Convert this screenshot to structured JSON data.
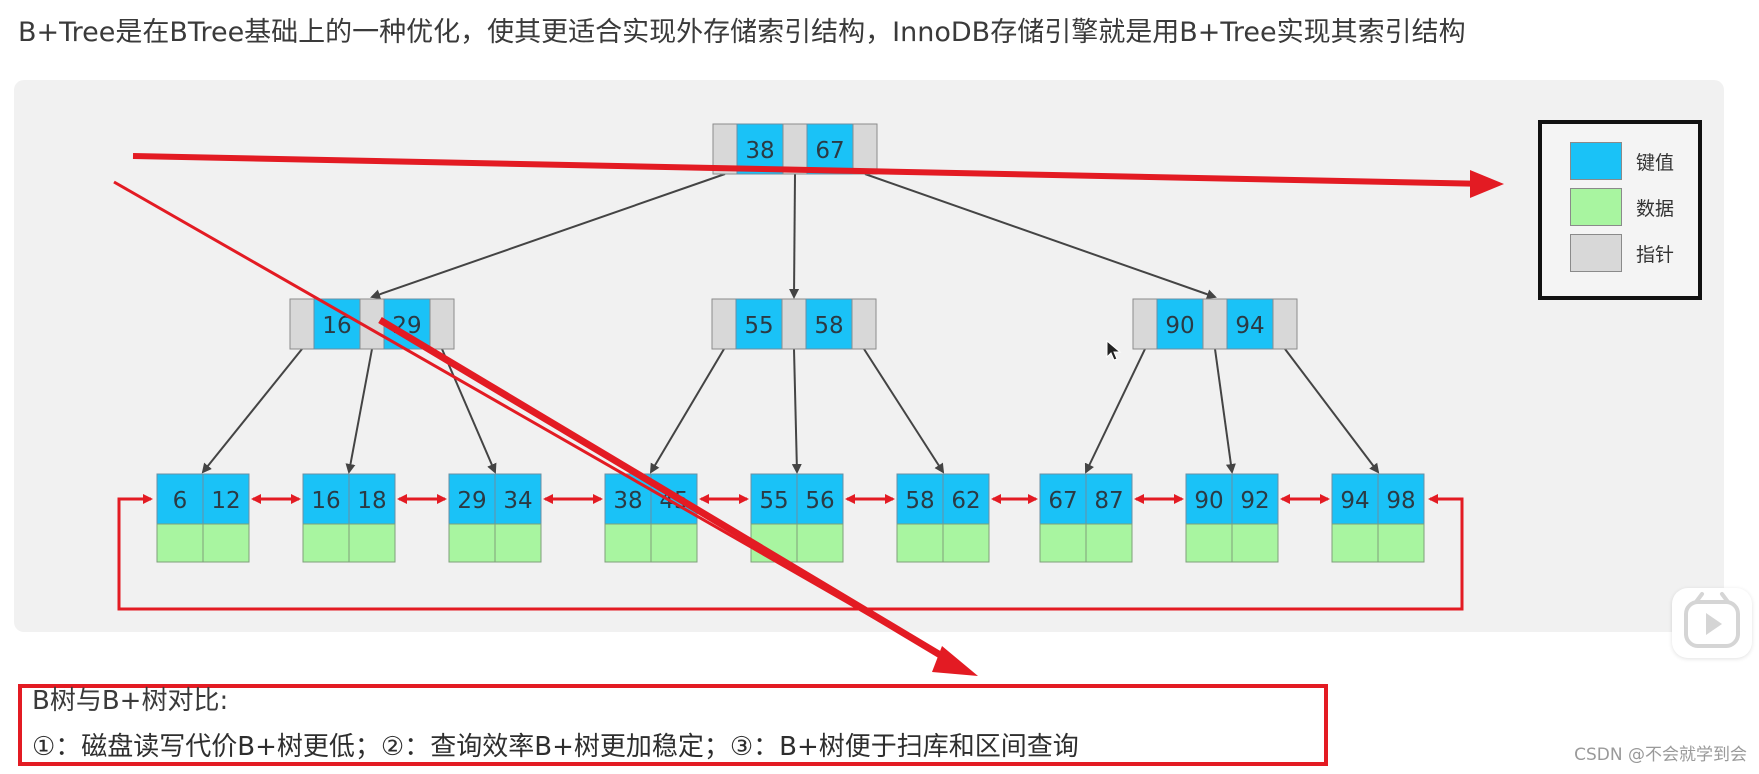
{
  "intro": "B+Tree是在BTree基础上的一种优化，使其更适合实现外存储索引结构，InnoDB存储引擎就是用B+Tree实现其索引结构",
  "legend": {
    "items": [
      {
        "label": "键值",
        "color": "#1ac2f7"
      },
      {
        "label": "数据",
        "color": "#a8f5a0"
      },
      {
        "label": "指针",
        "color": "#d8d8d8"
      }
    ]
  },
  "tree": {
    "root": [
      "38",
      "67"
    ],
    "internal": [
      [
        "16",
        "29"
      ],
      [
        "55",
        "58"
      ],
      [
        "90",
        "94"
      ]
    ],
    "leaves": [
      [
        "6",
        "12"
      ],
      [
        "16",
        "18"
      ],
      [
        "29",
        "34"
      ],
      [
        "38",
        "45"
      ],
      [
        "55",
        "56"
      ],
      [
        "58",
        "62"
      ],
      [
        "67",
        "87"
      ],
      [
        "90",
        "92"
      ],
      [
        "94",
        "98"
      ]
    ]
  },
  "summary": {
    "title": "B树与B+树对比:",
    "text": "①：磁盘读写代价B+树更低；②：查询效率B+树更加稳定；③：B+树便于扫库和区间查询"
  },
  "watermark": "CSDN @不会就学到会",
  "colors": {
    "key": "#1ac2f7",
    "data": "#a8f5a0",
    "pointer": "#d8d8d8",
    "annotation": "#e31b23"
  }
}
